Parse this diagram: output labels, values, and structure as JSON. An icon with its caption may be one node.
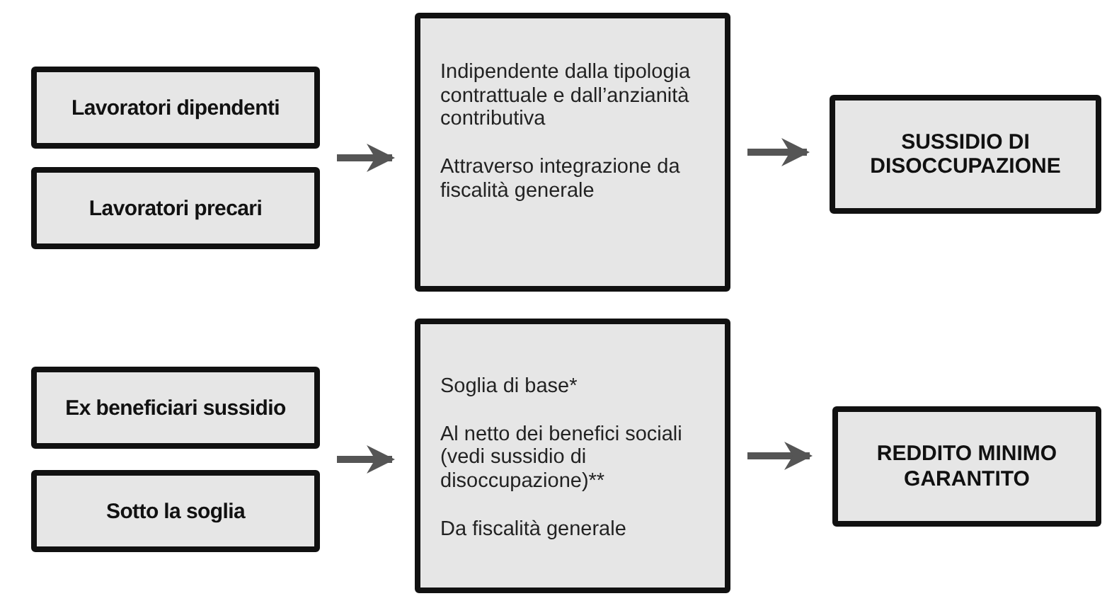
{
  "diagram": {
    "nodes": [
      {
        "text": [
          "Lavoratori dipendenti"
        ]
      },
      {
        "text": [
          "Lavoratori precari"
        ]
      },
      {
        "text": [
          "Indipendente dalla tipologia contrattuale e dall’anzianità contributiva",
          "Attraverso integrazione da fiscalità generale"
        ]
      },
      {
        "text": [
          "SUSSIDIO DI DISOCCUPAZIONE"
        ]
      },
      {
        "text": [
          "Ex beneficiari sussidio"
        ]
      },
      {
        "text": [
          "Sotto la soglia"
        ]
      },
      {
        "text": [
          "Soglia di base*",
          "Al netto dei benefici sociali (vedi sussidio di disoccupazione)**",
          "Da fiscalità generale"
        ]
      },
      {
        "text": [
          "REDDITO MINIMO GARANTITO"
        ]
      }
    ],
    "edges": [
      {
        "from": 0,
        "to": 2,
        "arrow": "to"
      },
      {
        "from": 1,
        "to": 2,
        "arrow": "to"
      },
      {
        "from": 2,
        "to": 3,
        "arrow": "to"
      },
      {
        "from": 4,
        "to": 6,
        "arrow": "to"
      },
      {
        "from": 5,
        "to": 6,
        "arrow": "to"
      },
      {
        "from": 6,
        "to": 7,
        "arrow": "to"
      }
    ]
  }
}
